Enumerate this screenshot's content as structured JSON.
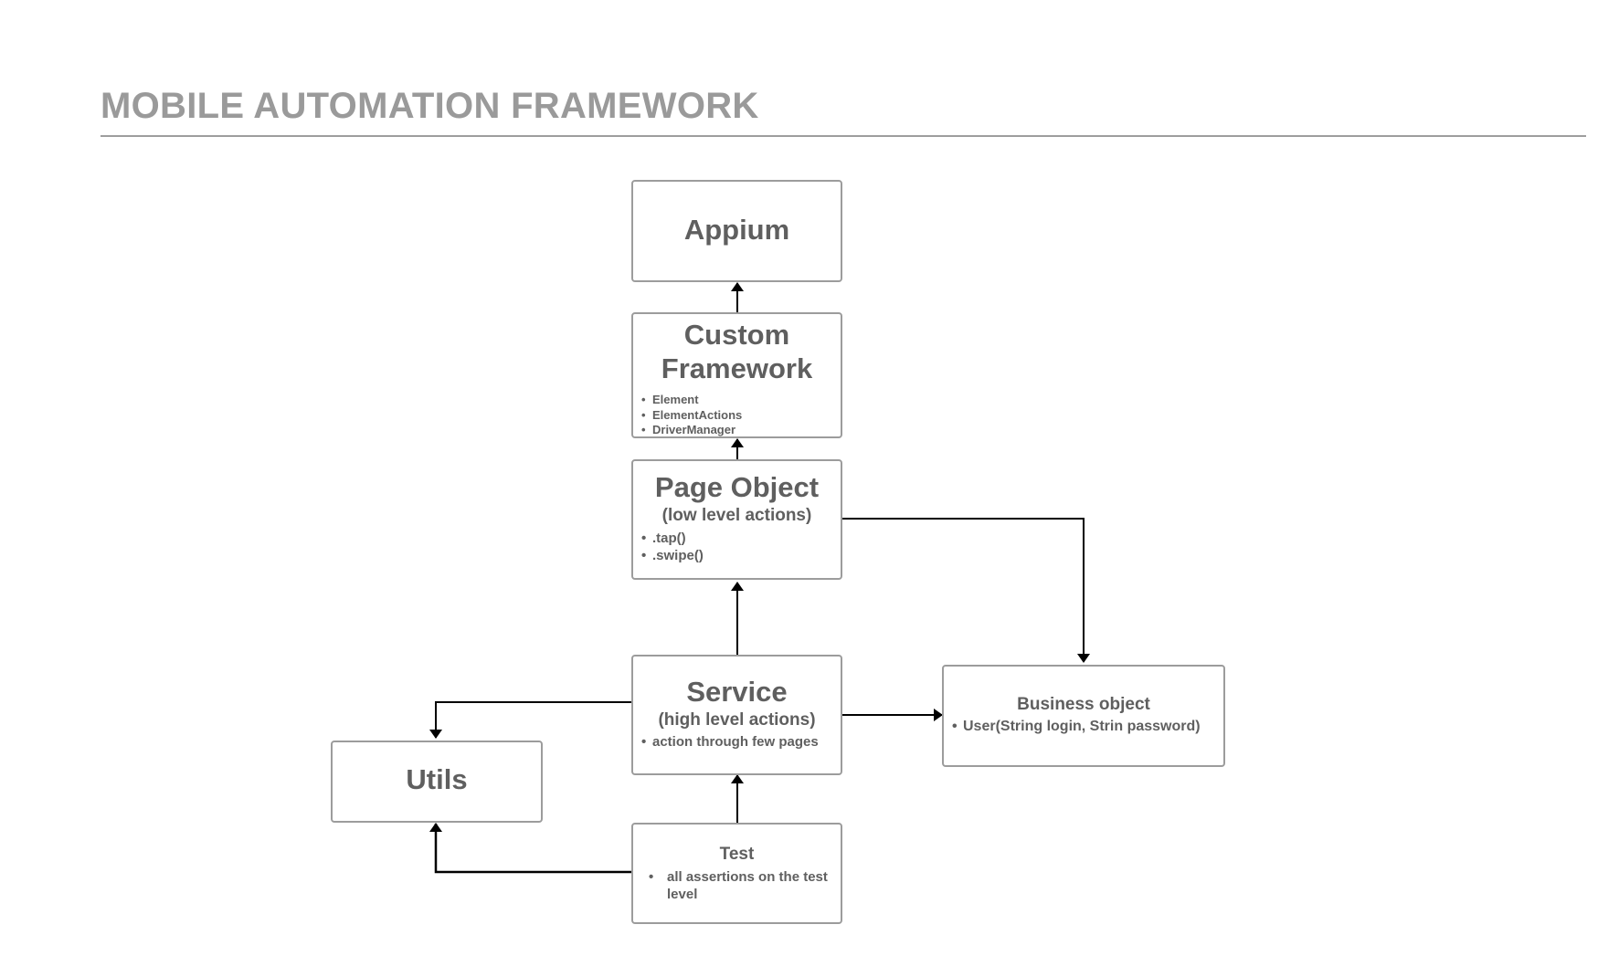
{
  "title": "MOBILE AUTOMATION FRAMEWORK",
  "nodes": {
    "appium": {
      "label": "Appium"
    },
    "custom_framework": {
      "label": "Custom Framework",
      "items": [
        "Element",
        "ElementActions",
        "DriverManager"
      ]
    },
    "page_object": {
      "label": "Page Object",
      "subtitle": "(low level actions)",
      "items": [
        ".tap()",
        ".swipe()"
      ]
    },
    "service": {
      "label": "Service",
      "subtitle": "(high level actions)",
      "items": [
        "action through few pages"
      ]
    },
    "business_object": {
      "label": "Business object",
      "items": [
        "User(String login, Strin password)"
      ]
    },
    "utils": {
      "label": "Utils"
    },
    "test": {
      "label": "Test",
      "items": [
        "all assertions on the test level"
      ]
    }
  },
  "edges": [
    {
      "from": "Custom Framework",
      "to": "Appium"
    },
    {
      "from": "Page Object",
      "to": "Custom Framework"
    },
    {
      "from": "Page Object",
      "to": "Business object"
    },
    {
      "from": "Service",
      "to": "Page Object"
    },
    {
      "from": "Service",
      "to": "Business object"
    },
    {
      "from": "Service",
      "to": "Utils"
    },
    {
      "from": "Test",
      "to": "Service"
    },
    {
      "from": "Test",
      "to": "Utils"
    }
  ]
}
